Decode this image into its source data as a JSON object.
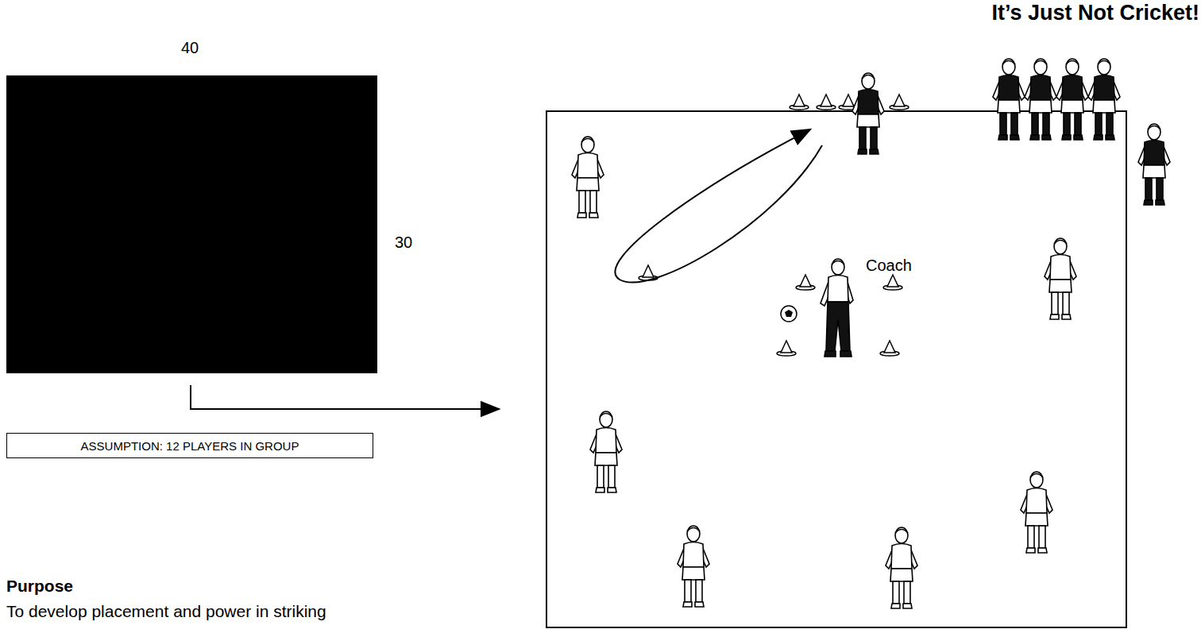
{
  "diagram": {
    "title": "It’s Just Not Cricket!",
    "nodes": [
      {
        "text": [
          "ASSUMPTION: 12 PLAYERS IN GROUP"
        ]
      }
    ],
    "labels": [
      "40",
      "30",
      "Coach",
      "Purpose",
      "To develop placement and power in striking"
    ]
  }
}
